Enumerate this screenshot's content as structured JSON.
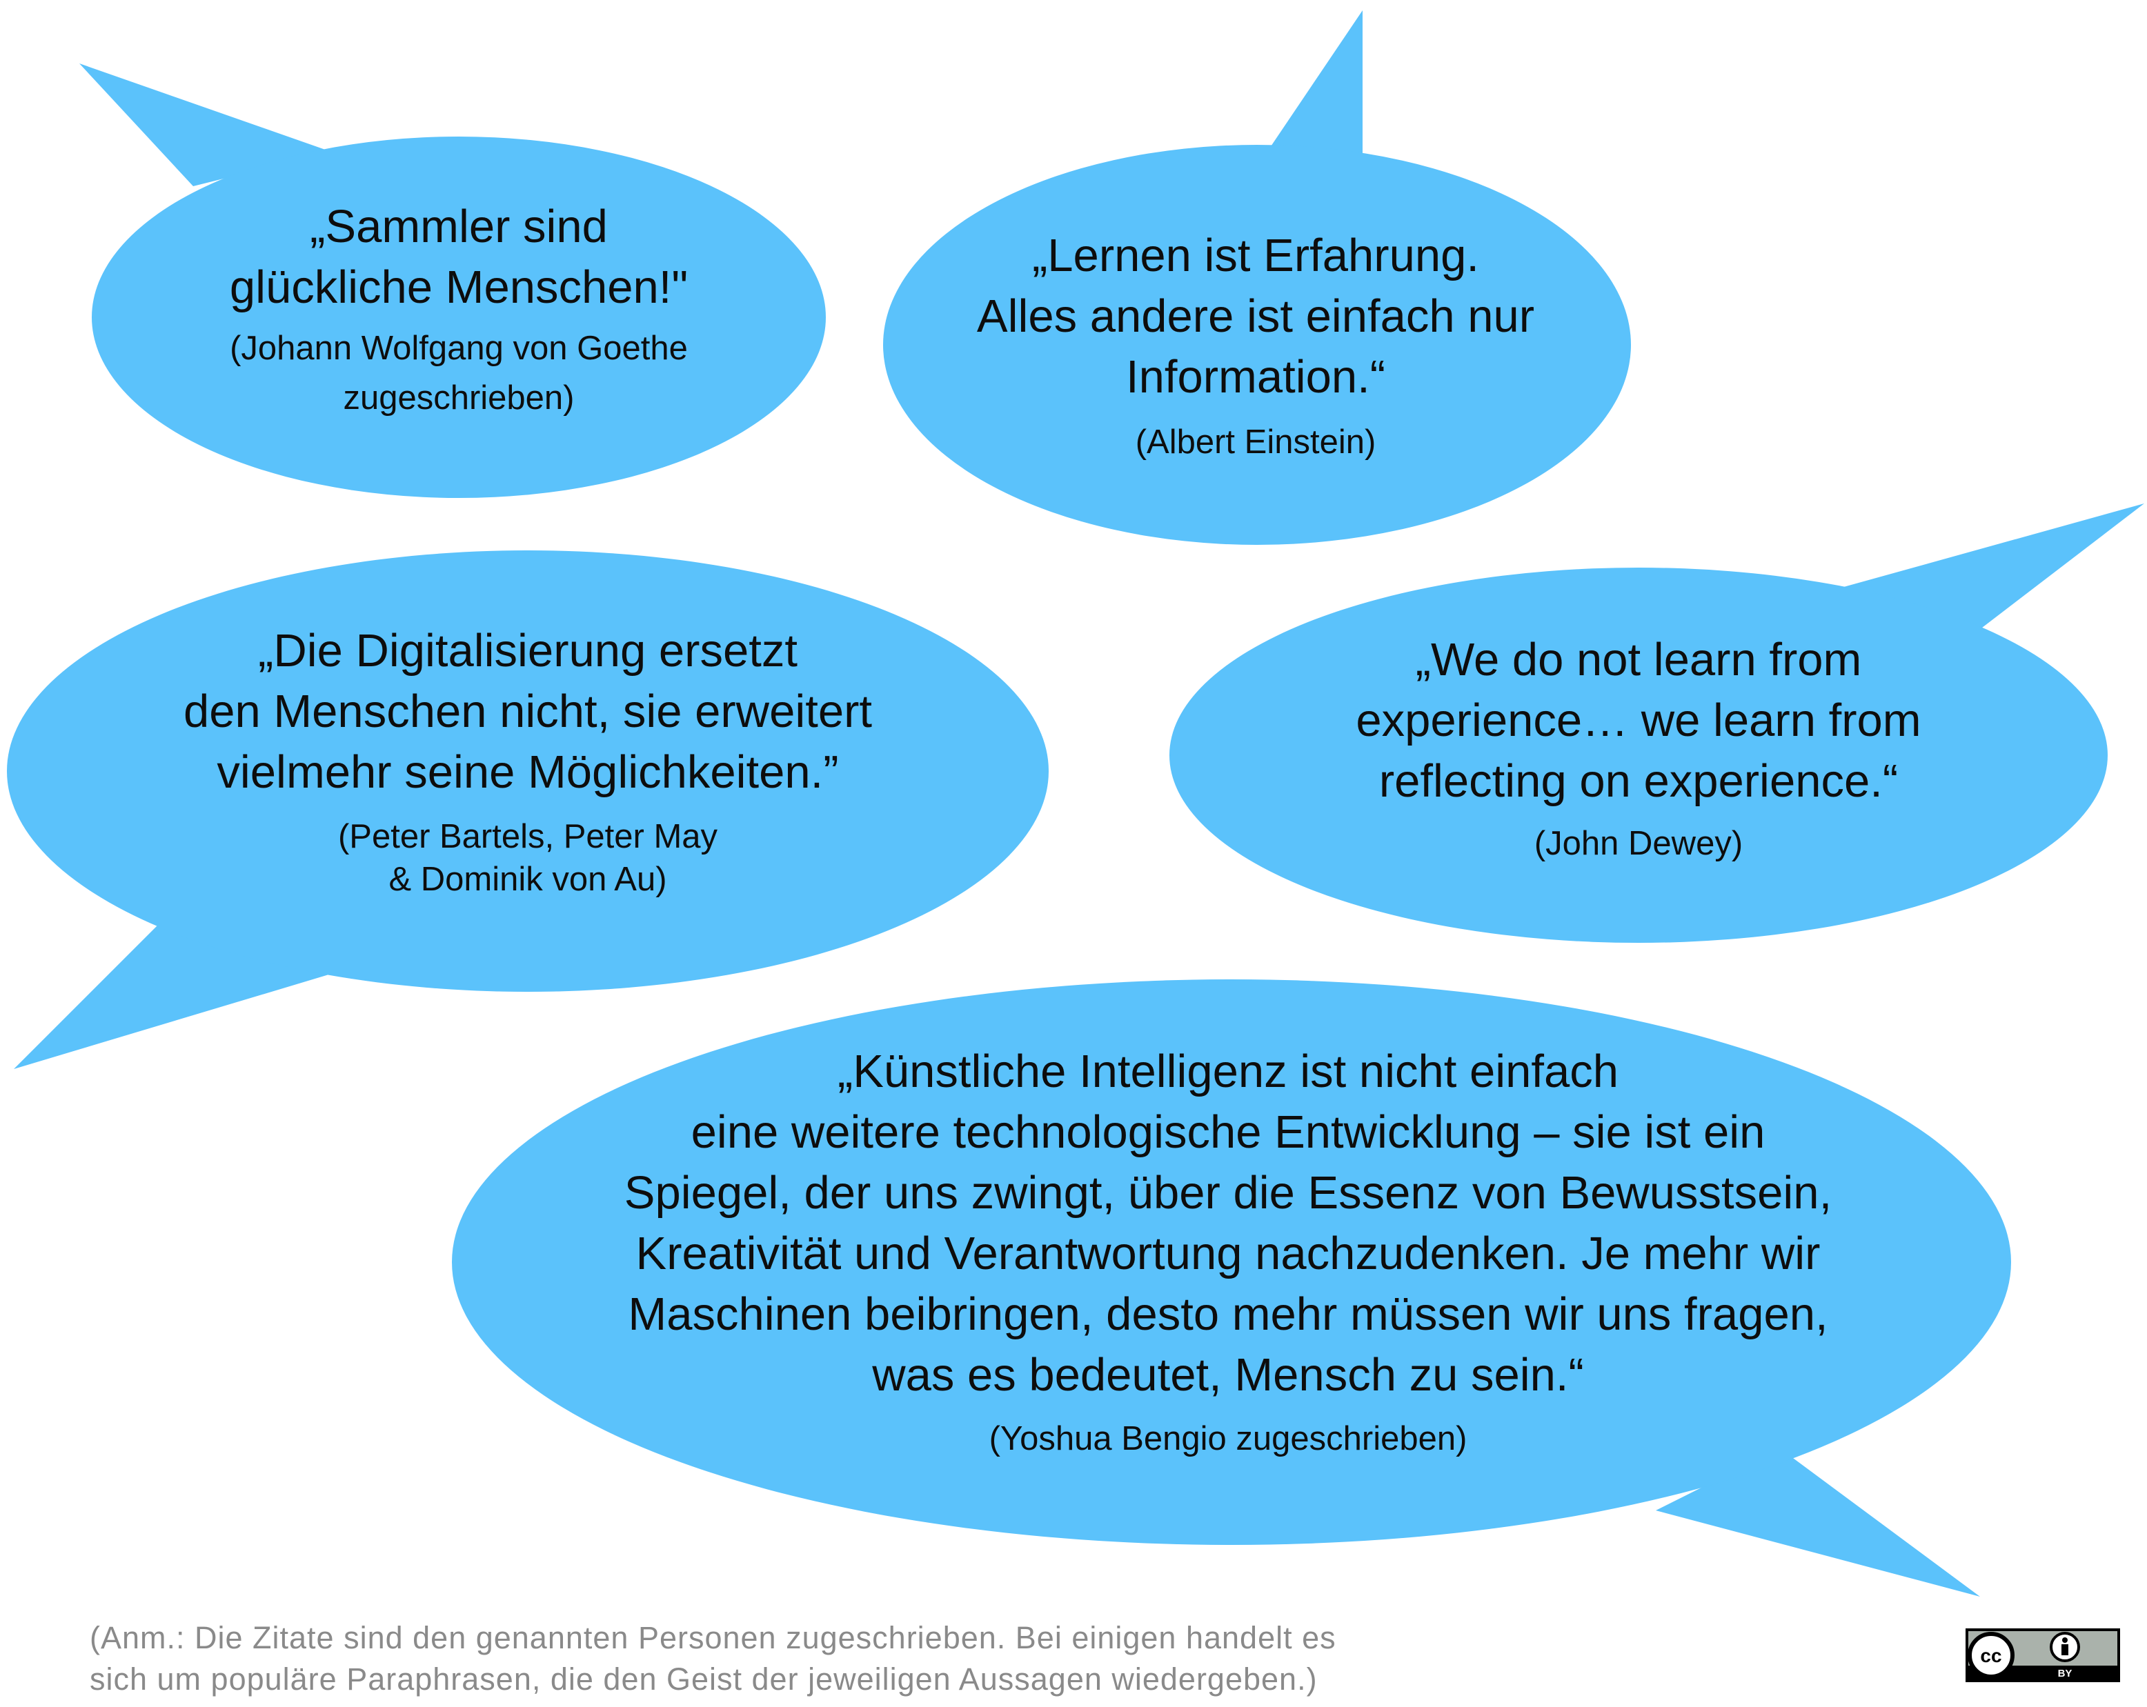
{
  "bubbles": [
    {
      "id": "goethe",
      "quote_lines": [
        "„Sammler sind",
        "glückliche Menschen!\""
      ],
      "author_lines": [
        "(Johann Wolfgang von Goethe",
        "zugeschrieben)"
      ]
    },
    {
      "id": "einstein",
      "quote_lines": [
        "„Lernen ist Erfahrung.",
        "Alles andere ist einfach nur",
        "Information.“"
      ],
      "author_lines": [
        "(Albert Einstein)"
      ]
    },
    {
      "id": "bartels",
      "quote_lines": [
        "„Die Digitalisierung ersetzt",
        "den Menschen nicht, sie erweitert",
        "vielmehr seine Möglichkeiten.”"
      ],
      "author_lines": [
        "(Peter Bartels, Peter May",
        "& Dominik von Au)"
      ]
    },
    {
      "id": "dewey",
      "quote_lines": [
        "„We do not learn from",
        "experience… we learn from",
        "reflecting on experience.“"
      ],
      "author_lines": [
        "(John Dewey)"
      ]
    },
    {
      "id": "bengio",
      "quote_lines": [
        "„Künstliche Intelligenz ist nicht einfach",
        "eine weitere technologische Entwicklung – sie ist ein",
        "Spiegel, der uns zwingt, über die Essenz von Bewusstsein,",
        "Kreativität und Verantwortung nachzudenken. Je mehr wir",
        "Maschinen beibringen, desto mehr müssen wir uns fragen,",
        "was es bedeutet, Mensch zu sein.“"
      ],
      "author_lines": [
        "(Yoshua Bengio zugeschrieben)"
      ]
    }
  ],
  "footnote_lines": [
    "(Anm.: Die Zitate sind den genannten Personen zugeschrieben. Bei einigen handelt es",
    "sich um populäre Paraphrasen, die den Geist der jeweiligen Aussagen wiedergeben.)"
  ],
  "license": {
    "cc": "cc",
    "by": "BY"
  },
  "colors": {
    "bubble": "#5bc2fb",
    "text": "#0d0d0d",
    "footnote": "#8a8a8a"
  }
}
